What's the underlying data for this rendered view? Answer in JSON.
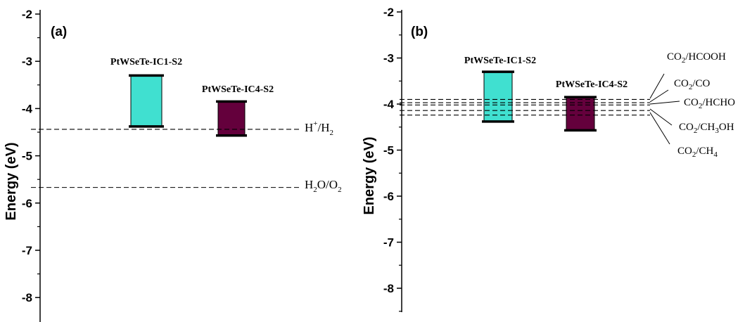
{
  "colors": {
    "ic1": "#40e0d0",
    "ic4": "#64003c"
  },
  "chart_data": [
    {
      "type": "bar",
      "panel_label": "(a)",
      "ylabel": "Energy (eV)",
      "ylim": [
        -8.4,
        -1.9
      ],
      "y_ticks": [
        "-2",
        "-3",
        "-4",
        "-5",
        "-6",
        "-7",
        "-8"
      ],
      "grid": false,
      "series": [
        {
          "name": "PtWSeTe-IC1-S2",
          "cbm": -3.3,
          "vbm": -4.38,
          "color": "#40e0d0"
        },
        {
          "name": "PtWSeTe-IC4-S2",
          "cbm": -3.85,
          "vbm": -4.57,
          "color": "#64003c"
        }
      ],
      "reference_levels": [
        {
          "label_main": "H",
          "label_sup": "+",
          "label_tail": "/H",
          "label_sub": "2",
          "value": -4.44
        },
        {
          "label_main": "H",
          "label_sub": "2",
          "label_tail": "O/O",
          "label_sub2": "2",
          "value": -5.67
        }
      ]
    },
    {
      "type": "bar",
      "panel_label": "(b)",
      "ylabel": "Energy (eV)",
      "ylim": [
        -8.5,
        -1.9
      ],
      "y_ticks": [
        "-2",
        "-3",
        "-4",
        "-5",
        "-6",
        "-7",
        "-8"
      ],
      "grid": false,
      "series": [
        {
          "name": "PtWSeTe-IC1-S2",
          "cbm": -3.3,
          "vbm": -4.38,
          "color": "#40e0d0"
        },
        {
          "name": "PtWSeTe-IC4-S2",
          "cbm": -3.85,
          "vbm": -4.57,
          "color": "#64003c"
        }
      ],
      "reference_levels": [
        {
          "label": "CO2/HCOOH",
          "value": -3.9
        },
        {
          "label": "CO2/CO",
          "value": -3.97
        },
        {
          "label": "CO2/HCHO",
          "value": -4.02
        },
        {
          "label": "CO2/CH3OH",
          "value": -4.14
        },
        {
          "label": "CO2/CH4",
          "value": -4.24
        }
      ]
    }
  ]
}
